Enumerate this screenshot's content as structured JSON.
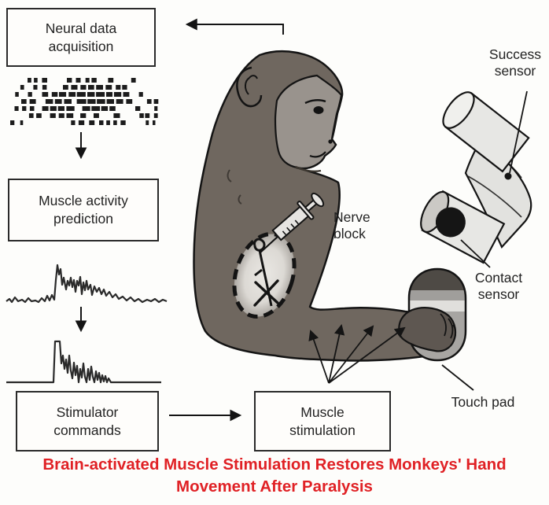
{
  "flow": {
    "boxes": [
      {
        "label": "Neural data\nacquisition"
      },
      {
        "label": "Muscle activity\nprediction"
      },
      {
        "label": "Stimulator\ncommands"
      },
      {
        "label": "Muscle\nstimulation"
      }
    ]
  },
  "callouts": {
    "success_sensor": "Success\nsensor",
    "nerve_block": "Nerve\nblock",
    "contact_sensor": "Contact\nsensor",
    "touch_pad": "Touch pad"
  },
  "caption": {
    "text": "Brain-activated Muscle Stimulation Restores Monkeys' Hand\nMovement After Paralysis",
    "color": "#e02125"
  },
  "colors": {
    "caption_red": "#e02125",
    "outline_black": "#141414",
    "monkey_fur": "#6f675f",
    "monkey_face": "#99938d",
    "apparatus_gray": "#e7e7e4",
    "touch_pad_dark_band": "#4e4a45"
  }
}
